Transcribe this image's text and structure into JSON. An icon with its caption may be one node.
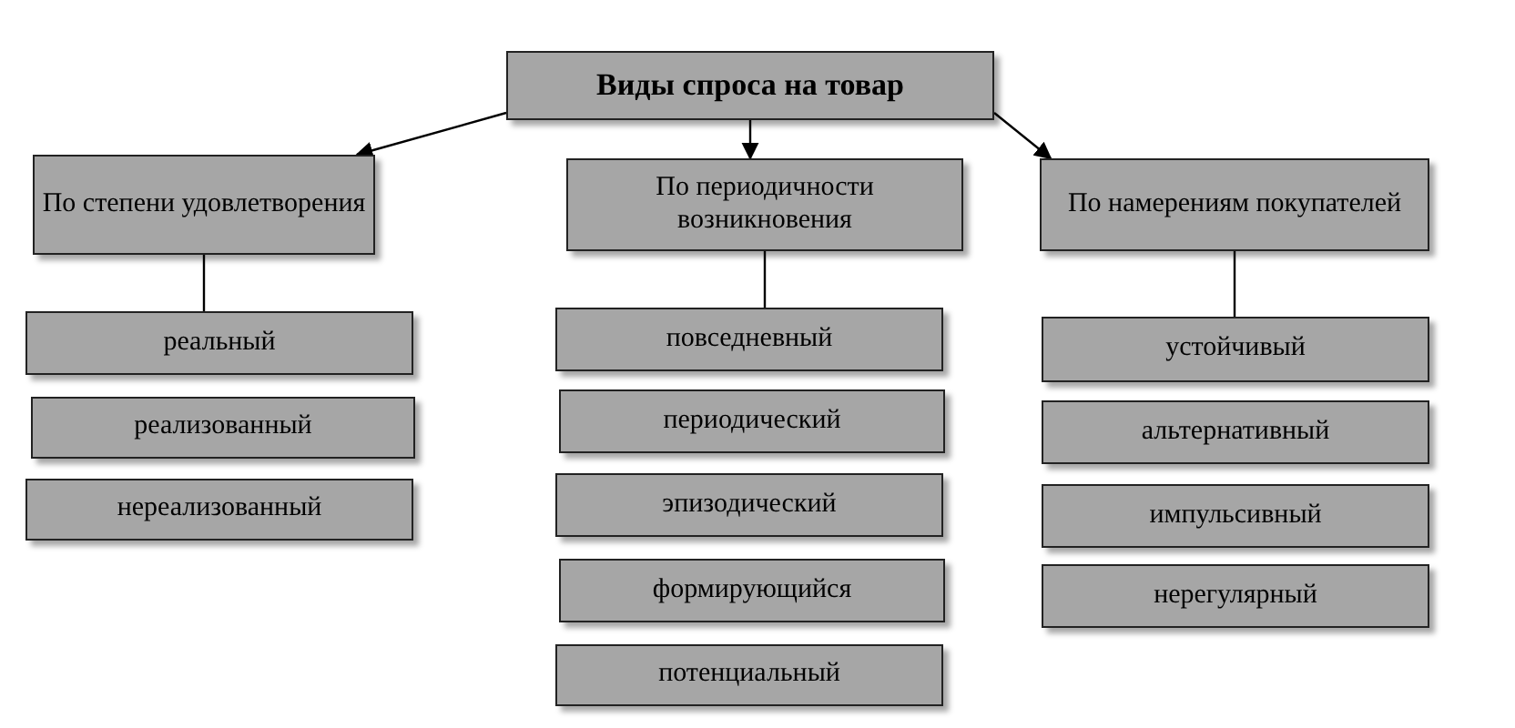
{
  "diagram": {
    "nodes": [
      {
        "text": [
          "Виды спроса на товар"
        ]
      },
      {
        "text": [
          "По степени удовлетворения"
        ]
      },
      {
        "text": [
          "По периодичности возникновения"
        ]
      },
      {
        "text": [
          "По намерениям покупателей"
        ]
      },
      {
        "text": [
          "реальный"
        ]
      },
      {
        "text": [
          "реализованный"
        ]
      },
      {
        "text": [
          "нереализованный"
        ]
      },
      {
        "text": [
          "повседневный"
        ]
      },
      {
        "text": [
          "периодический"
        ]
      },
      {
        "text": [
          "эпизодический"
        ]
      },
      {
        "text": [
          "формирующийся"
        ]
      },
      {
        "text": [
          "потенциальный"
        ]
      },
      {
        "text": [
          "устойчивый"
        ]
      },
      {
        "text": [
          "альтернативный"
        ]
      },
      {
        "text": [
          "импульсивный"
        ]
      },
      {
        "text": [
          "нерегулярный"
        ]
      }
    ],
    "edges": [
      {
        "from": 0,
        "to": 1,
        "arrow": "to"
      },
      {
        "from": 0,
        "to": 2,
        "arrow": "to"
      },
      {
        "from": 0,
        "to": 3,
        "arrow": "to"
      },
      {
        "from": 1,
        "to": 4,
        "arrow": "none"
      },
      {
        "from": 2,
        "to": 7,
        "arrow": "none"
      },
      {
        "from": 3,
        "to": 12,
        "arrow": "none"
      }
    ]
  }
}
